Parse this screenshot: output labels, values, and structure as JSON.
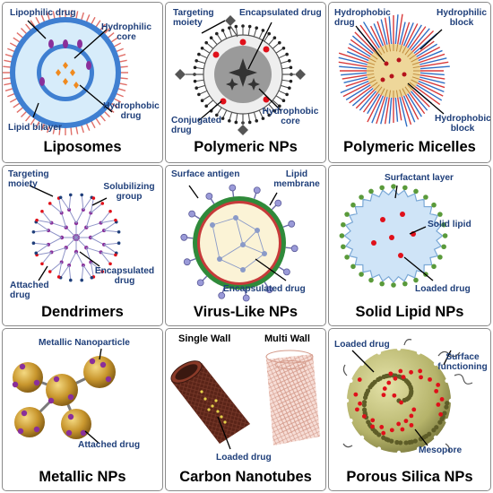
{
  "panels": [
    {
      "title": "Liposomes",
      "labels": {
        "lipophilic_drug": "Lipophilic drug",
        "hydrophilic_core": "Hydrophilic core",
        "hydrophobic_drug": "Hydrophobic drug",
        "lipid_bilayer": "Lipid bilayer"
      }
    },
    {
      "title": "Polymeric NPs",
      "labels": {
        "targeting_moiety": "Targeting moiety",
        "encapsulated_drug": "Encapsulated drug",
        "conjugated_drug": "Conjugated drug",
        "hydrophobic_core": "Hydrophobic core"
      }
    },
    {
      "title": "Polymeric Micelles",
      "labels": {
        "hydrophobic_drug": "Hydrophobic drug",
        "hydrophilic_block": "Hydrophilic block",
        "hydrophobic_block": "Hydrophobic block"
      }
    },
    {
      "title": "Dendrimers",
      "labels": {
        "targeting_moiety": "Targeting moiety",
        "solubilizing_group": "Solubilizing group",
        "encapsulated_drug": "Encapsulated drug",
        "attached_drug": "Attached drug"
      }
    },
    {
      "title": "Virus-Like NPs",
      "labels": {
        "surface_antigen": "Surface antigen",
        "lipid_membrane": "Lipid membrane",
        "encapsulated_drug": "Encapsulated drug"
      }
    },
    {
      "title": "Solid Lipid NPs",
      "labels": {
        "surfactant_layer": "Surfactant layer",
        "solid_lipid": "Solid lipid",
        "loaded_drug": "Loaded drug"
      }
    },
    {
      "title": "Metallic NPs",
      "labels": {
        "metallic_nanoparticle": "Metallic Nanoparticle",
        "attached_drug": "Attached drug"
      }
    },
    {
      "title": "Carbon Nanotubes",
      "labels": {
        "single_wall": "Single Wall",
        "multi_wall": "Multi Wall",
        "loaded_drug": "Loaded drug"
      }
    },
    {
      "title": "Porous Silica NPs",
      "labels": {
        "loaded_drug": "Loaded drug",
        "surface_functioning": "Surface functioning",
        "mesopore": "Mesopore"
      }
    }
  ],
  "colors": {
    "label_text": "#1f3f7a",
    "title_text": "#000000",
    "border": "#8a8a8a"
  }
}
